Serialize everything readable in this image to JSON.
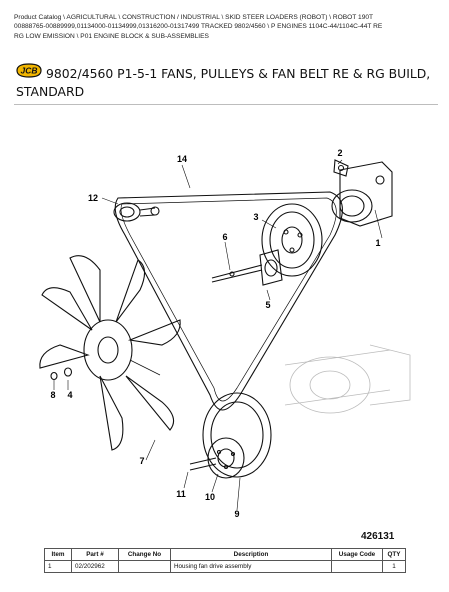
{
  "breadcrumb": {
    "line1": "Product Catalog \\ AGRICULTURAL \\ CONSTRUCTION / INDUSTRIAL \\ SKID STEER LOADERS (ROBOT) \\ ROBOT 190T",
    "line2": "00888765-00889999,01134000-01134999,01316200-01317499 TRACKED 9802/4560 \\ P ENGINES 1104C-44/1104C-44T RE",
    "line3": "RG LOW EMISSION \\ P01 ENGINE BLOCK & SUB-ASSEMBLIES"
  },
  "brand": {
    "logo_text": "JCB",
    "logo_color": "#f2b600"
  },
  "page_title": "9802/4560 P1-5-1 FANS, PULLEYS & FAN BELT RE & RG BUILD, STANDARD",
  "diagram": {
    "callouts": [
      "1",
      "2",
      "3",
      "4",
      "5",
      "6",
      "7",
      "8",
      "9",
      "10",
      "11",
      "12",
      "14"
    ],
    "figure_number": "426131"
  },
  "parts_table": {
    "headers": [
      "Item",
      "Part #",
      "Change No",
      "Description",
      "Usage Code",
      "QTY"
    ],
    "rows": [
      [
        "1",
        "02/202962",
        "",
        "Housing fan drive assembly",
        "",
        "1"
      ]
    ]
  }
}
